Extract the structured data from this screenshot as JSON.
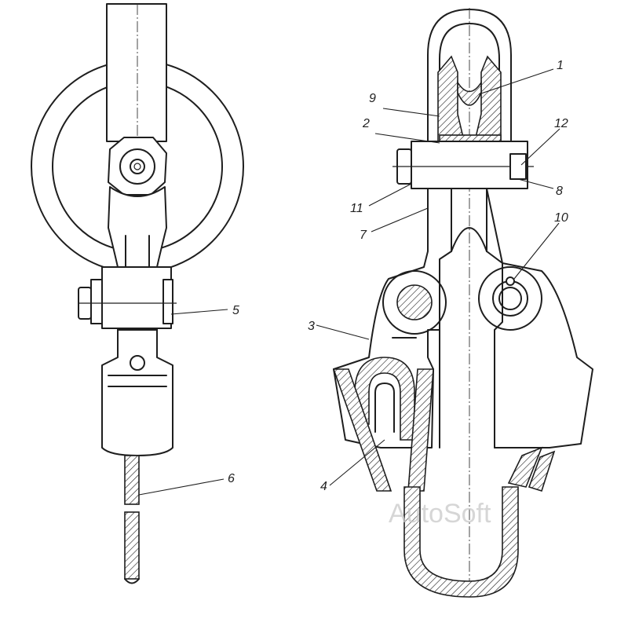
{
  "watermark": "AutoSoft",
  "callouts": [
    "1",
    "2",
    "3",
    "4",
    "5",
    "6",
    "7",
    "8",
    "9",
    "10",
    "11",
    "12"
  ],
  "colors": {
    "ink": "#1e1e1e",
    "paper": "#ffffff",
    "watermark": "#c9c9c9"
  }
}
